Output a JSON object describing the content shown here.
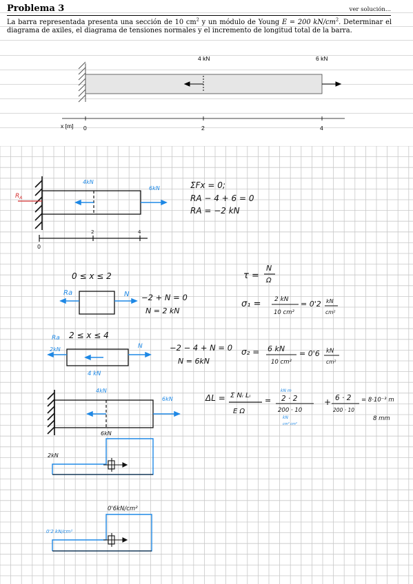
{
  "header": {
    "title": "Problema 3",
    "solution_link": "ver solución..."
  },
  "statement": {
    "part1": "La barra representada presenta una sección de 10 cm",
    "sup1": "2",
    "part2": " y un módulo de Young ",
    "young": "E = 200 kN/cm",
    "sup2": "2",
    "part3": ". Determinar el diagrama de axiles, el diagrama de tensiones normales y el incremento de longitud total de la barra."
  },
  "figure": {
    "force1_label": "4 kN",
    "force2_label": "6 kN",
    "axis_label": "x [m]",
    "ticks": [
      "0",
      "2",
      "4"
    ]
  },
  "colors": {
    "handwriting": "#111111",
    "blue": "#1e88e5",
    "red": "#d32f2f",
    "bar_fill": "#e6e6e6",
    "grid": "#c8c8c8"
  },
  "notes": {
    "sketch1": {
      "force_4": "4kN",
      "force_6": "6kN",
      "reaction": "R",
      "reaction_sub": "A",
      "tick_2": "2",
      "tick_4": "4",
      "tick_0": "0"
    },
    "equilibrium": {
      "line1": "ΣFx = 0;",
      "line2": "RA − 4 + 6 = 0",
      "line3": "RA = −2 kN"
    },
    "segment1": {
      "range": "0 ≤ x ≤ 2",
      "left_force": "Ra",
      "right_force": "N",
      "eq": "−2 + N = 0",
      "result": "N = 2 kN"
    },
    "stress_formula": {
      "lhs": "τ =",
      "num": "N",
      "den": "Ω"
    },
    "sigma1": {
      "lhs": "σ₁ =",
      "num": "2 kN",
      "den": "10 cm²",
      "mid": "= 0'2",
      "unit_num": "kN",
      "unit_den": "cm²"
    },
    "segment2": {
      "ra": "Ra",
      "range": "2 ≤ x ≤ 4",
      "left_force": "2kN",
      "right_force": "N",
      "bottom": "4 kN",
      "eq": "−2 − 4 + N = 0",
      "result": "N = 6kN"
    },
    "sigma2": {
      "lhs": "σ₂ =",
      "num": "6 kN",
      "den": "10 cm²",
      "mid": "= 0'6",
      "unit_num": "kN",
      "unit_den": "cm²"
    },
    "sketch2": {
      "force_4": "4kN",
      "force_6": "6kN"
    },
    "elongation": {
      "lhs": "ΔL =",
      "num": "Σ Nᵢ Lᵢ",
      "den": "E Ω",
      "step_units_top": "kN     m",
      "step_num": "2 · 2",
      "step_den": "200 · 10",
      "step_units_bot": "kN",
      "step_units_bot2": "cm²  cm²",
      "plus": "+",
      "step2_num": "6 · 2",
      "step2_den": "200 · 10",
      "result": "= 8·10⁻³ m",
      "result_mm": "8 mm"
    },
    "axial_diagram": {
      "top_label": "6kN",
      "left_label": "2kN"
    },
    "stress_diagram": {
      "top_label": "0'6kN/cm²",
      "left_label": "0'2 kN/cm²"
    }
  }
}
